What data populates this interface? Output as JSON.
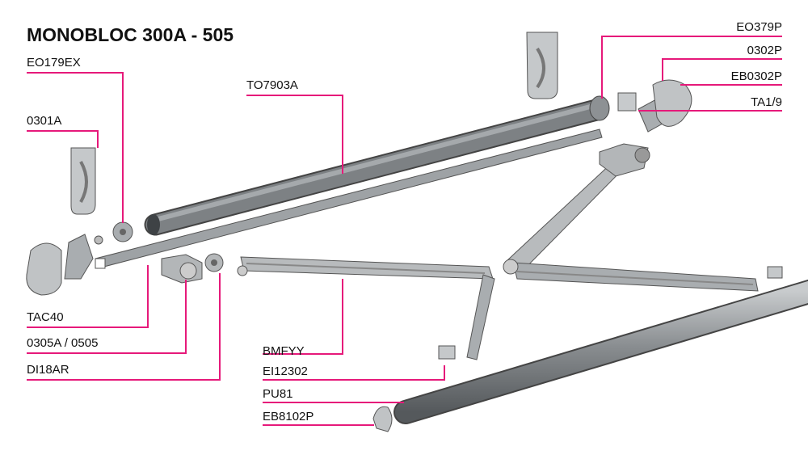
{
  "title": "MONOBLOC 300A - 505",
  "colors": {
    "leader": "#e6197a",
    "part": "#a9adb0",
    "part_dark": "#6e7275",
    "part_light": "#d6d8da"
  },
  "labels_left": [
    {
      "code": "EO179EX"
    },
    {
      "code": "0301A"
    },
    {
      "code": "TAC40"
    },
    {
      "code": "0305A / 0505"
    },
    {
      "code": "DI18AR"
    }
  ],
  "labels_center": [
    {
      "code": "TO7903A"
    },
    {
      "code": "BMFYY"
    },
    {
      "code": "EI12302"
    },
    {
      "code": "PU81"
    },
    {
      "code": "EB8102P"
    }
  ],
  "labels_right": [
    {
      "code": "EO379P"
    },
    {
      "code": "0302P"
    },
    {
      "code": "EB0302P"
    },
    {
      "code": "TA1/9"
    }
  ]
}
